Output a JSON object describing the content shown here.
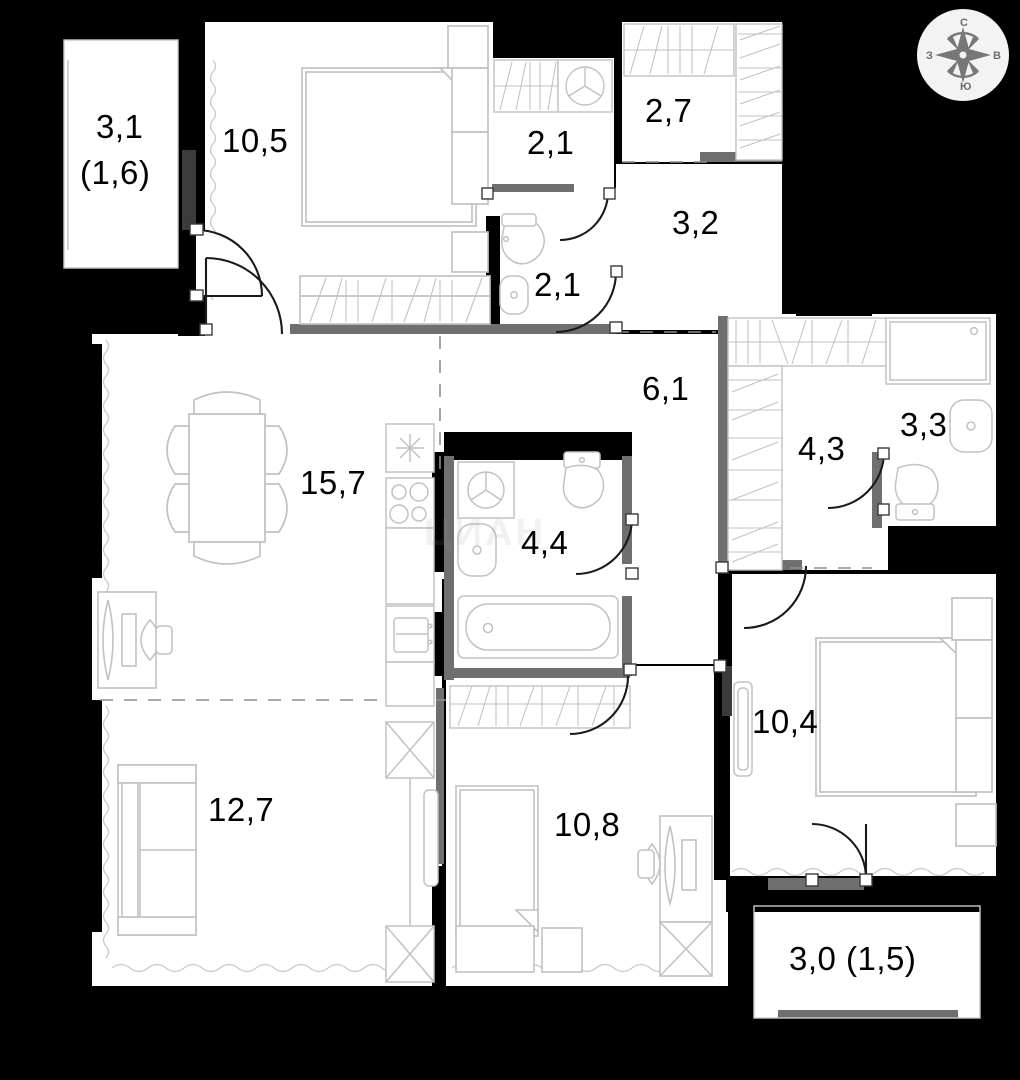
{
  "document": {
    "type": "apartment-floor-plan",
    "background_color": "#000000",
    "room_fill_color": "#ffffff",
    "furniture_outline_color": "#c2c2c2",
    "label_color": "#000000",
    "decimal_separator": "comma",
    "watermark_text": "ЦИАН"
  },
  "compass": {
    "name": "compass-rose",
    "north": "С",
    "east": "В",
    "south": "Ю",
    "west": "З"
  },
  "rooms": [
    {
      "id": "balcony-left",
      "label": "3,1",
      "sub_label": "(1,6)",
      "kind": "balcony"
    },
    {
      "id": "bedroom-master",
      "label": "10,5",
      "kind": "bedroom"
    },
    {
      "id": "laundry",
      "label": "2,1",
      "kind": "utility"
    },
    {
      "id": "wc-small",
      "label": "2,1",
      "kind": "wc"
    },
    {
      "id": "closet-top",
      "label": "2,7",
      "kind": "closet"
    },
    {
      "id": "hall-top",
      "label": "3,2",
      "kind": "hall"
    },
    {
      "id": "hall-main",
      "label": "6,1",
      "kind": "hall"
    },
    {
      "id": "living-kitchen",
      "label": "15,7",
      "kind": "living-dining-kitchen"
    },
    {
      "id": "bathroom-main",
      "label": "4,4",
      "kind": "bathroom"
    },
    {
      "id": "wardrobe-walkin",
      "label": "4,3",
      "kind": "walk-in-closet"
    },
    {
      "id": "bathroom-suite",
      "label": "3,3",
      "kind": "bathroom"
    },
    {
      "id": "room-left",
      "label": "12,7",
      "kind": "room"
    },
    {
      "id": "bedroom-center",
      "label": "10,8",
      "kind": "bedroom"
    },
    {
      "id": "bedroom-right",
      "label": "10,4",
      "kind": "bedroom"
    },
    {
      "id": "balcony-right",
      "label": "3,0 (1,5)",
      "kind": "balcony"
    }
  ],
  "labels": {
    "balcony_left_area": "3,1",
    "balcony_left_reduced": "(1,6)",
    "bedroom_master": "10,5",
    "laundry": "2,1",
    "wc_small": "2,1",
    "closet_top": "2,7",
    "hall_top": "3,2",
    "hall_main": "6,1",
    "living_kitchen": "15,7",
    "bathroom_main": "4,4",
    "wardrobe_walkin": "4,3",
    "bathroom_suite": "3,3",
    "room_left": "12,7",
    "bedroom_center": "10,8",
    "bedroom_right": "10,4",
    "balcony_right": "3,0 (1,5)"
  },
  "fixtures": [
    {
      "name": "double-bed",
      "room": "bedroom-master"
    },
    {
      "name": "nightstand",
      "room": "bedroom-master"
    },
    {
      "name": "wardrobe",
      "room": "bedroom-master"
    },
    {
      "name": "washing-machine",
      "room": "laundry"
    },
    {
      "name": "toilet",
      "room": "wc-small"
    },
    {
      "name": "washbasin",
      "room": "wc-small"
    },
    {
      "name": "dining-table",
      "room": "living-kitchen"
    },
    {
      "name": "dining-chair",
      "room": "living-kitchen"
    },
    {
      "name": "desk",
      "room": "living-kitchen"
    },
    {
      "name": "office-chair",
      "room": "living-kitchen"
    },
    {
      "name": "cooker-hood",
      "room": "living-kitchen"
    },
    {
      "name": "stove",
      "room": "living-kitchen"
    },
    {
      "name": "kitchen-sink",
      "room": "living-kitchen"
    },
    {
      "name": "washing-machine",
      "room": "bathroom-main"
    },
    {
      "name": "washbasin",
      "room": "bathroom-main"
    },
    {
      "name": "toilet",
      "room": "bathroom-main"
    },
    {
      "name": "bathtub",
      "room": "bathroom-main"
    },
    {
      "name": "shower-tray",
      "room": "bathroom-suite"
    },
    {
      "name": "washbasin",
      "room": "bathroom-suite"
    },
    {
      "name": "toilet",
      "room": "bathroom-suite"
    },
    {
      "name": "sofa",
      "room": "room-left"
    },
    {
      "name": "wardrobe",
      "room": "room-left"
    },
    {
      "name": "single-bed",
      "room": "bedroom-center"
    },
    {
      "name": "desk",
      "room": "bedroom-center"
    },
    {
      "name": "office-chair",
      "room": "bedroom-center"
    },
    {
      "name": "wardrobe",
      "room": "bedroom-center"
    },
    {
      "name": "double-bed",
      "room": "bedroom-right"
    },
    {
      "name": "nightstand",
      "room": "bedroom-right"
    }
  ]
}
